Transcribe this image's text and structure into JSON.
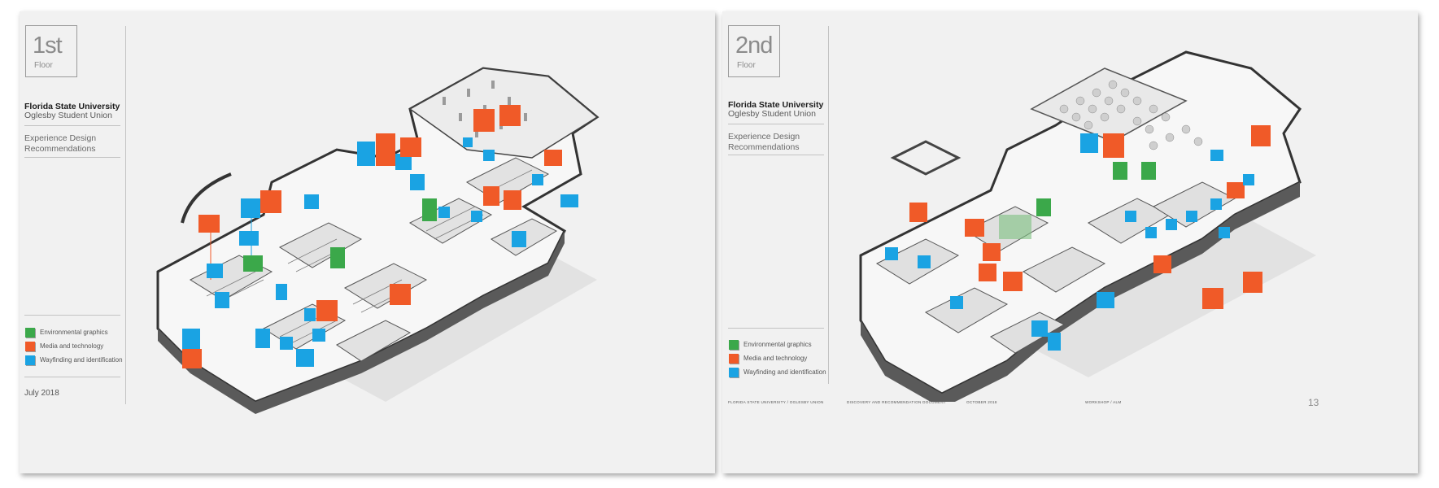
{
  "colors": {
    "environmental": "#3ba84a",
    "media": "#f05a28",
    "wayfinding": "#1aa3e3",
    "page_bg": "#f1f1f1"
  },
  "left_page": {
    "floor_number": "1st",
    "floor_word": "Floor",
    "university": "Florida State University",
    "building": "Oglesby Student Union",
    "section_title_line1": "Experience Design",
    "section_title_line2": "Recommendations",
    "legend": [
      {
        "label": "Environmental graphics",
        "color_key": "environmental"
      },
      {
        "label": "Media and technology",
        "color_key": "media"
      },
      {
        "label": "Wayfinding and identification",
        "color_key": "wayfinding"
      }
    ],
    "date": "July 2018"
  },
  "right_page": {
    "floor_number": "2nd",
    "floor_word": "Floor",
    "university": "Florida State University",
    "building": "Oglesby Student Union",
    "section_title_line1": "Experience Design",
    "section_title_line2": "Recommendations",
    "legend": [
      {
        "label": "Environmental graphics",
        "color_key": "environmental"
      },
      {
        "label": "Media and technology",
        "color_key": "media"
      },
      {
        "label": "Wayfinding and identification",
        "color_key": "wayfinding"
      }
    ],
    "footer": [
      "FLORIDA STATE UNIVERSITY / OGLESBY UNION",
      "DISCOVERY AND RECOMMENDATION DOCUMENT",
      "OCTOBER 2018",
      "WORKSHOP / ALM"
    ],
    "page_number": "13"
  },
  "illustration_names": [
    "first-floor-isometric-plan",
    "second-floor-isometric-plan"
  ]
}
